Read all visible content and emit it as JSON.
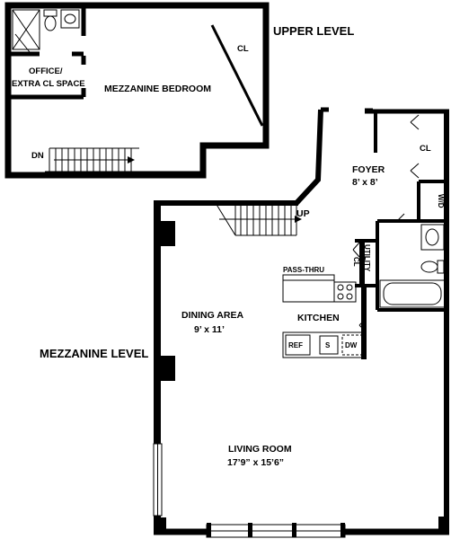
{
  "upper": {
    "title": "UPPER LEVEL",
    "closet": "CL",
    "office_line1": "OFFICE/",
    "office_line2": "EXTRA CL SPACE",
    "bedroom": "MEZZANINE BEDROOM",
    "stairs_down": "DN"
  },
  "lower": {
    "title": "MEZZANINE LEVEL",
    "foyer": "FOYER",
    "foyer_size": "8’ x 8’",
    "closet": "CL",
    "wd": "W/D",
    "stairs_up": "UP",
    "utility": "UTILITY",
    "utility_closet": "CL",
    "pass_thru": "PASS-THRU",
    "kitchen": "KITCHEN",
    "dining": "DINING AREA",
    "dining_size": "9’ x 11’",
    "living": "LIVING ROOM",
    "living_size": "17’9” x 15’6”",
    "ref": "REF",
    "sink": "S",
    "dw": "DW"
  }
}
